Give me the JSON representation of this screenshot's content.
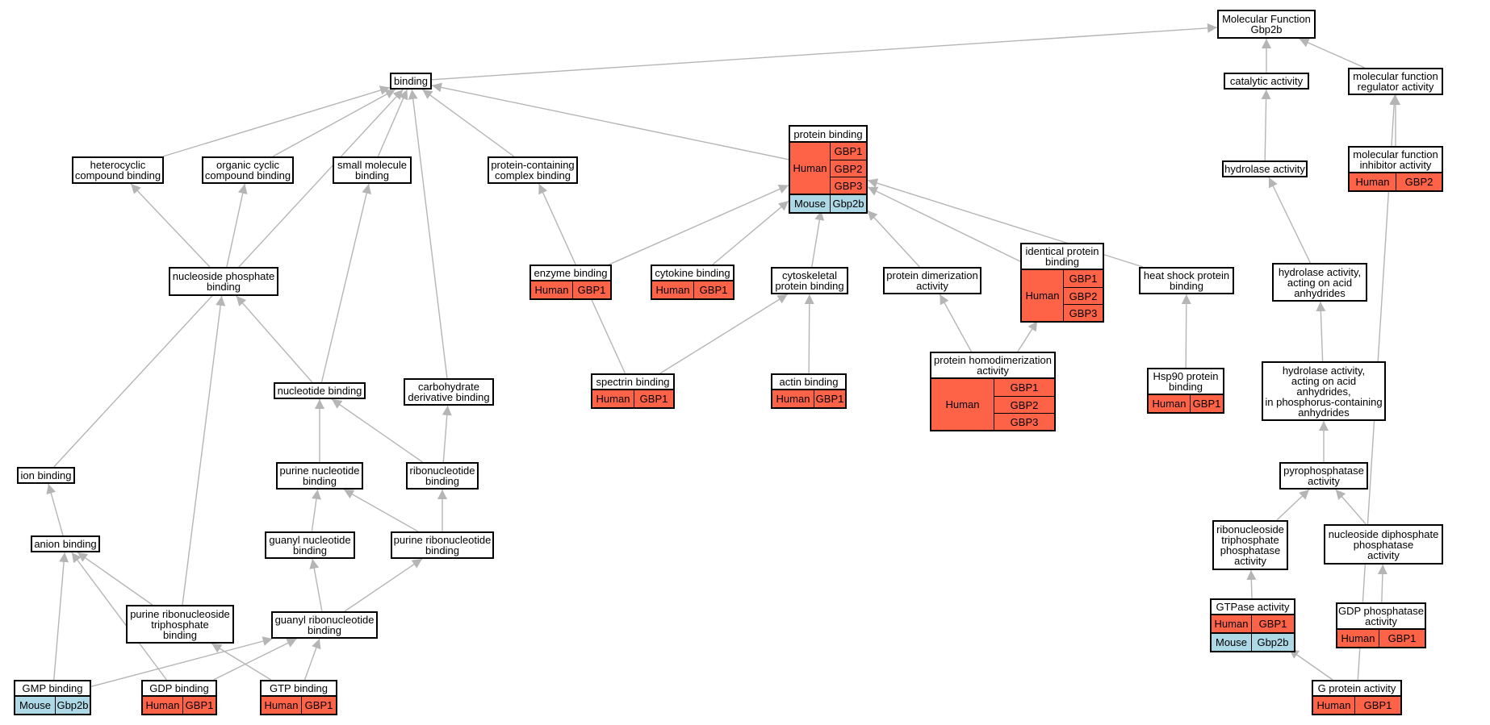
{
  "colors": {
    "human": "#ff6347",
    "mouse": "#add8e6",
    "edge": "#b5b5b5"
  },
  "nodes": [
    {
      "id": "mf",
      "lines": [
        "Molecular Function",
        "Gbp2b"
      ]
    },
    {
      "id": "binding",
      "lines": [
        "binding"
      ]
    },
    {
      "id": "catalytic",
      "lines": [
        "catalytic activity"
      ]
    },
    {
      "id": "mfreg",
      "lines": [
        "molecular function",
        "regulator activity"
      ]
    },
    {
      "id": "protbind",
      "lines": [
        "protein binding"
      ],
      "ann": [
        {
          "species": "Human",
          "genes": [
            "GBP1",
            "GBP2",
            "GBP3"
          ]
        },
        {
          "species": "Mouse",
          "genes": [
            "Gbp2b"
          ]
        }
      ]
    },
    {
      "id": "hetero",
      "lines": [
        "heterocyclic",
        "compound binding"
      ]
    },
    {
      "id": "orgcyc",
      "lines": [
        "organic cyclic",
        "compound binding"
      ]
    },
    {
      "id": "smallmol",
      "lines": [
        "small molecule",
        "binding"
      ]
    },
    {
      "id": "protcomplex",
      "lines": [
        "protein-containing",
        "complex binding"
      ]
    },
    {
      "id": "hydrolase",
      "lines": [
        "hydrolase activity"
      ]
    },
    {
      "id": "mfinhib",
      "lines": [
        "molecular function",
        "inhibitor activity"
      ],
      "ann": [
        {
          "species": "Human",
          "genes": [
            "GBP2"
          ]
        }
      ]
    },
    {
      "id": "enzyme",
      "lines": [
        "enzyme binding"
      ],
      "ann": [
        {
          "species": "Human",
          "genes": [
            "GBP1"
          ]
        }
      ]
    },
    {
      "id": "cytokine",
      "lines": [
        "cytokine binding"
      ],
      "ann": [
        {
          "species": "Human",
          "genes": [
            "GBP1"
          ]
        }
      ]
    },
    {
      "id": "cytoskel",
      "lines": [
        "cytoskeletal",
        "protein binding"
      ]
    },
    {
      "id": "protdimer",
      "lines": [
        "protein dimerization",
        "activity"
      ]
    },
    {
      "id": "identical",
      "lines": [
        "identical protein",
        "binding"
      ],
      "ann": [
        {
          "species": "Human",
          "genes": [
            "GBP1",
            "GBP2",
            "GBP3"
          ]
        }
      ]
    },
    {
      "id": "heatshock",
      "lines": [
        "heat shock protein",
        "binding"
      ]
    },
    {
      "id": "nucphos",
      "lines": [
        "nucleoside phosphate",
        "binding"
      ]
    },
    {
      "id": "hydroacid",
      "lines": [
        "hydrolase activity,",
        "acting on acid",
        "anhydrides"
      ]
    },
    {
      "id": "homodimer",
      "lines": [
        "protein homodimerization",
        "activity"
      ],
      "ann": [
        {
          "species": "Human",
          "genes": [
            "GBP1",
            "GBP2",
            "GBP3"
          ]
        }
      ]
    },
    {
      "id": "spectrin",
      "lines": [
        "spectrin binding"
      ],
      "ann": [
        {
          "species": "Human",
          "genes": [
            "GBP1"
          ]
        }
      ]
    },
    {
      "id": "actin",
      "lines": [
        "actin binding"
      ],
      "ann": [
        {
          "species": "Human",
          "genes": [
            "GBP1"
          ]
        }
      ]
    },
    {
      "id": "hsp90",
      "lines": [
        "Hsp90 protein",
        "binding"
      ],
      "ann": [
        {
          "species": "Human",
          "genes": [
            "GBP1"
          ]
        }
      ]
    },
    {
      "id": "nucleotide",
      "lines": [
        "nucleotide binding"
      ]
    },
    {
      "id": "carbo",
      "lines": [
        "carbohydrate",
        "derivative binding"
      ]
    },
    {
      "id": "hydroacid2",
      "lines": [
        "hydrolase activity,",
        "acting on acid",
        "anhydrides,",
        "in phosphorus-containing",
        "anhydrides"
      ]
    },
    {
      "id": "ion",
      "lines": [
        "ion binding"
      ]
    },
    {
      "id": "purnuc",
      "lines": [
        "purine nucleotide",
        "binding"
      ]
    },
    {
      "id": "ribonuc",
      "lines": [
        "ribonucleotide",
        "binding"
      ]
    },
    {
      "id": "pyrophos",
      "lines": [
        "pyrophosphatase",
        "activity"
      ]
    },
    {
      "id": "anion",
      "lines": [
        "anion binding"
      ]
    },
    {
      "id": "guanylnuc",
      "lines": [
        "guanyl nucleotide",
        "binding"
      ]
    },
    {
      "id": "purribonuc",
      "lines": [
        "purine ribonucleotide",
        "binding"
      ]
    },
    {
      "id": "ribotriph",
      "lines": [
        "ribonucleoside",
        "triphosphate",
        "phosphatase",
        "activity"
      ]
    },
    {
      "id": "nucdiph",
      "lines": [
        "nucleoside diphosphate",
        "phosphatase",
        "activity"
      ]
    },
    {
      "id": "purribotri",
      "lines": [
        "purine ribonucleoside",
        "triphosphate",
        "binding"
      ]
    },
    {
      "id": "guanylribo",
      "lines": [
        "guanyl ribonucleotide",
        "binding"
      ]
    },
    {
      "id": "gtpase",
      "lines": [
        "GTPase activity"
      ],
      "ann": [
        {
          "species": "Human",
          "genes": [
            "GBP1"
          ]
        },
        {
          "species": "Mouse",
          "genes": [
            "Gbp2b"
          ]
        }
      ]
    },
    {
      "id": "gdpphos",
      "lines": [
        "GDP phosphatase",
        "activity"
      ],
      "ann": [
        {
          "species": "Human",
          "genes": [
            "GBP1"
          ]
        }
      ]
    },
    {
      "id": "gmp",
      "lines": [
        "GMP binding"
      ],
      "ann": [
        {
          "species": "Mouse",
          "genes": [
            "Gbp2b"
          ]
        }
      ]
    },
    {
      "id": "gdp",
      "lines": [
        "GDP binding"
      ],
      "ann": [
        {
          "species": "Human",
          "genes": [
            "GBP1"
          ]
        }
      ]
    },
    {
      "id": "gtp",
      "lines": [
        "GTP binding"
      ],
      "ann": [
        {
          "species": "Human",
          "genes": [
            "GBP1"
          ]
        }
      ]
    },
    {
      "id": "gprotein",
      "lines": [
        "G protein activity"
      ],
      "ann": [
        {
          "species": "Human",
          "genes": [
            "GBP1"
          ]
        }
      ]
    }
  ],
  "edges": [
    [
      "binding",
      "mf"
    ],
    [
      "catalytic",
      "mf"
    ],
    [
      "mfreg",
      "mf"
    ],
    [
      "protbind",
      "binding"
    ],
    [
      "hetero",
      "binding"
    ],
    [
      "orgcyc",
      "binding"
    ],
    [
      "smallmol",
      "binding"
    ],
    [
      "protcomplex",
      "binding"
    ],
    [
      "carbo",
      "binding"
    ],
    [
      "ion",
      "binding"
    ],
    [
      "hydrolase",
      "catalytic"
    ],
    [
      "mfinhib",
      "mfreg"
    ],
    [
      "enzyme",
      "protbind"
    ],
    [
      "cytokine",
      "protbind"
    ],
    [
      "cytoskel",
      "protbind"
    ],
    [
      "protdimer",
      "protbind"
    ],
    [
      "identical",
      "protbind"
    ],
    [
      "heatshock",
      "protbind"
    ],
    [
      "nucphos",
      "hetero"
    ],
    [
      "nucphos",
      "orgcyc"
    ],
    [
      "hydroacid",
      "hydrolase"
    ],
    [
      "homodimer",
      "protdimer"
    ],
    [
      "homodimer",
      "identical"
    ],
    [
      "spectrin",
      "cytoskel"
    ],
    [
      "spectrin",
      "protcomplex"
    ],
    [
      "actin",
      "cytoskel"
    ],
    [
      "hsp90",
      "heatshock"
    ],
    [
      "nucleotide",
      "nucphos"
    ],
    [
      "nucleotide",
      "smallmol"
    ],
    [
      "hydroacid2",
      "hydroacid"
    ],
    [
      "purnuc",
      "nucleotide"
    ],
    [
      "ribonuc",
      "nucleotide"
    ],
    [
      "ribonuc",
      "carbo"
    ],
    [
      "pyrophos",
      "hydroacid2"
    ],
    [
      "anion",
      "ion"
    ],
    [
      "guanylnuc",
      "purnuc"
    ],
    [
      "purribonuc",
      "purnuc"
    ],
    [
      "purribonuc",
      "ribonuc"
    ],
    [
      "ribotriph",
      "pyrophos"
    ],
    [
      "nucdiph",
      "pyrophos"
    ],
    [
      "purribotri",
      "anion"
    ],
    [
      "purribotri",
      "nucphos"
    ],
    [
      "guanylribo",
      "guanylnuc"
    ],
    [
      "guanylribo",
      "purribonuc"
    ],
    [
      "gtpase",
      "ribotriph"
    ],
    [
      "gdpphos",
      "nucdiph"
    ],
    [
      "gmp",
      "anion"
    ],
    [
      "gmp",
      "guanylribo"
    ],
    [
      "gdp",
      "anion"
    ],
    [
      "gdp",
      "guanylribo"
    ],
    [
      "gtp",
      "purribotri"
    ],
    [
      "gtp",
      "guanylribo"
    ],
    [
      "gprotein",
      "gtpase"
    ],
    [
      "gprotein",
      "mfreg"
    ]
  ]
}
